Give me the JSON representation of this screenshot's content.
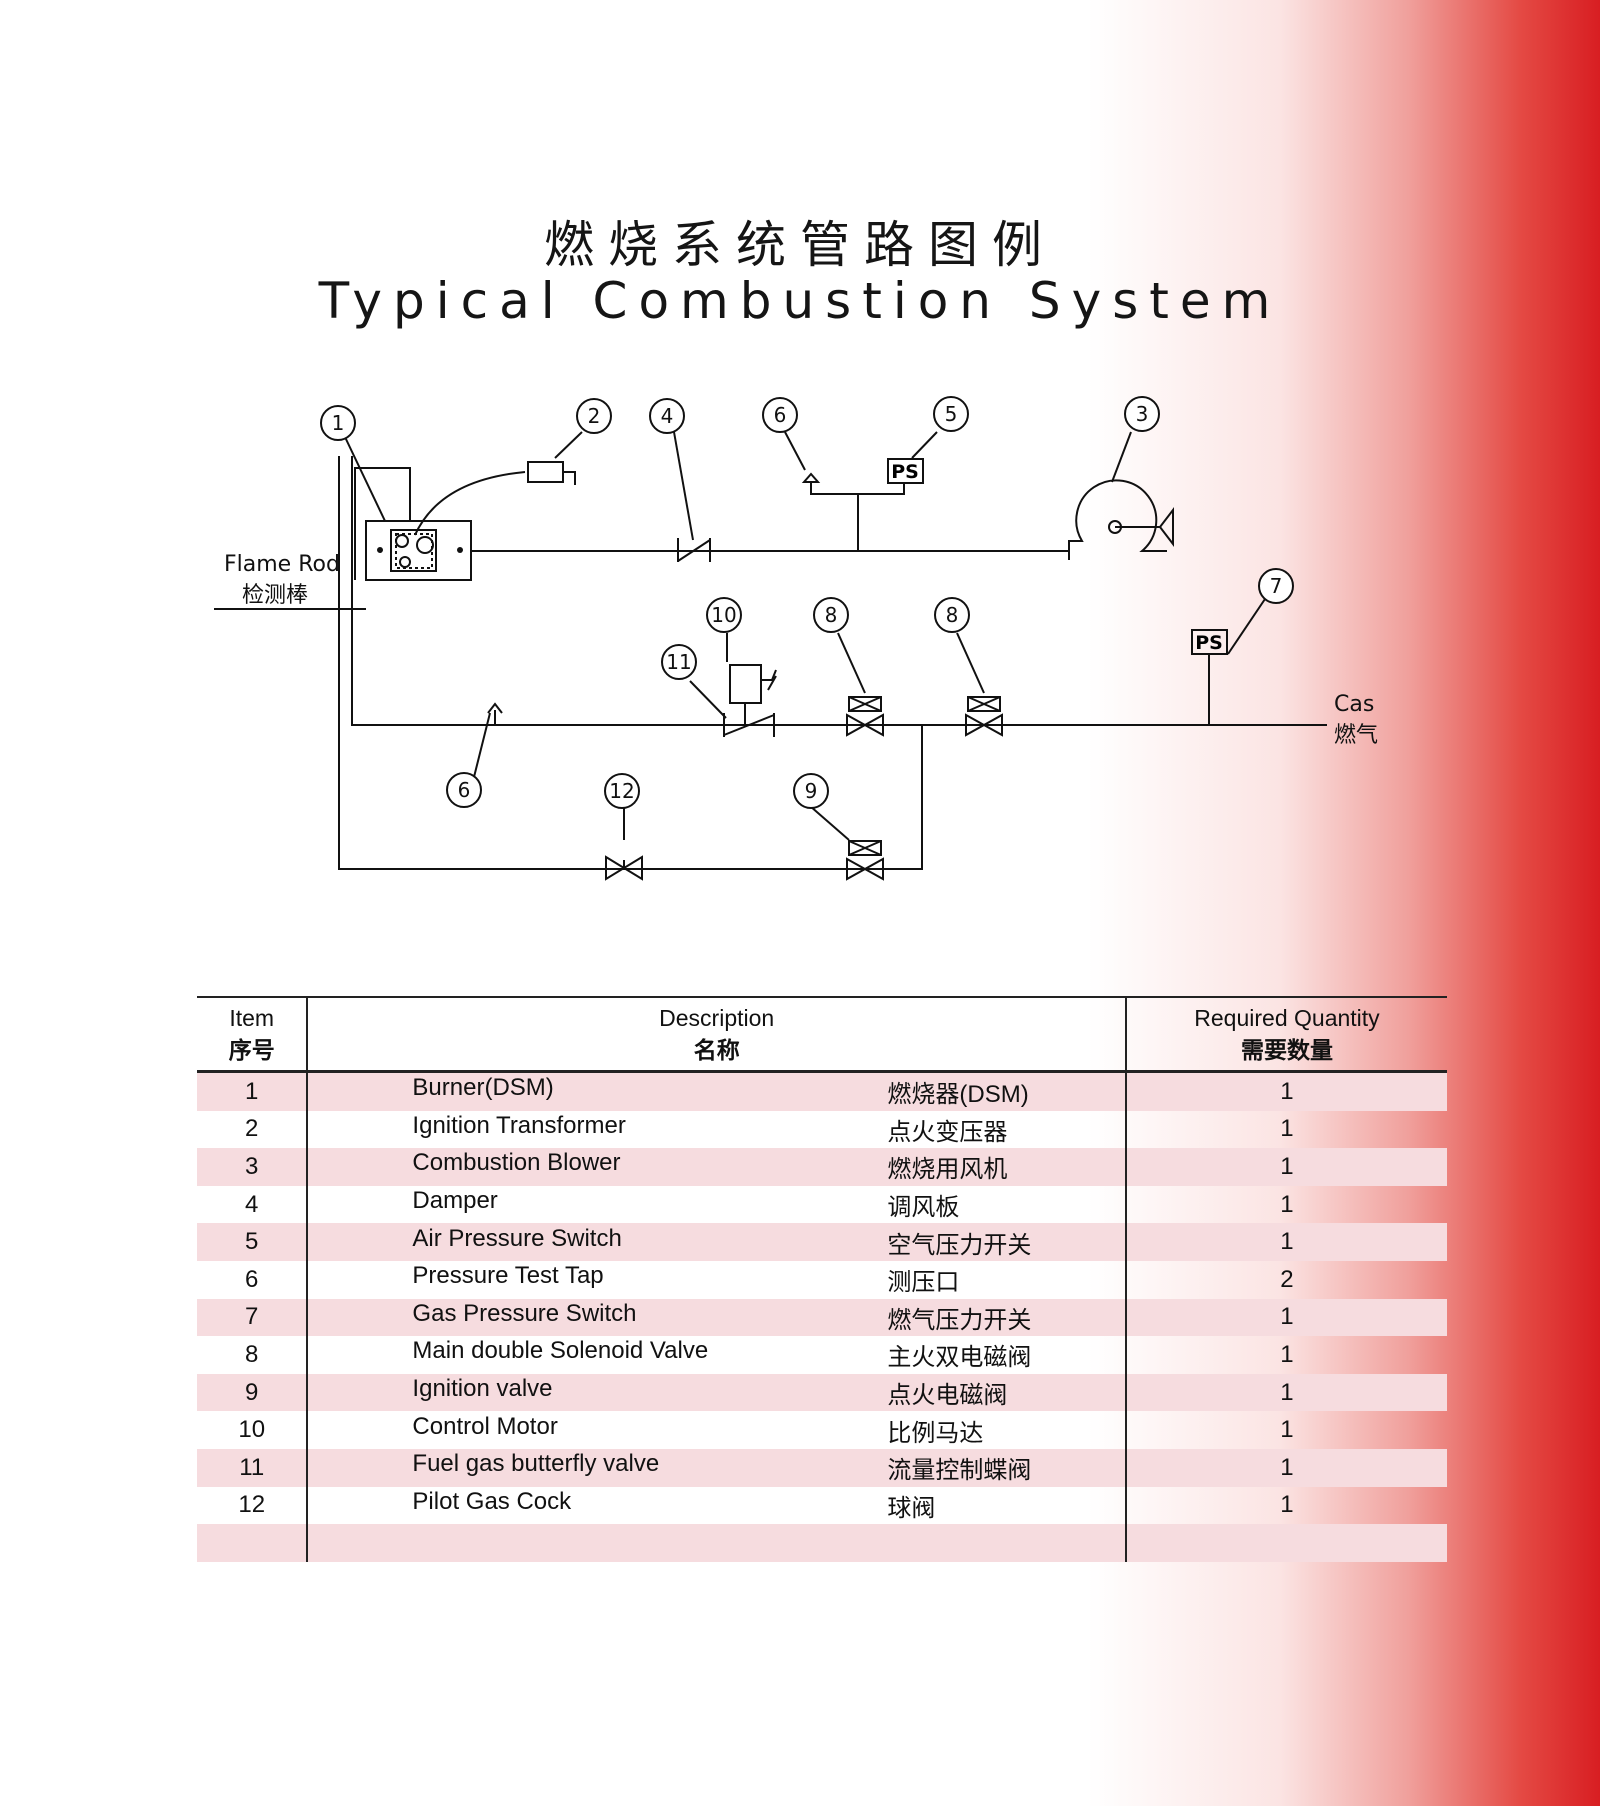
{
  "title": {
    "chinese": "燃烧系统管路图例",
    "english": "Typical Combustion System"
  },
  "diagram": {
    "flame_rod_label_en": "Flame Rod",
    "flame_rod_label_cn": "检测棒",
    "gas_label_en": "Cas",
    "gas_label_cn": "燃气",
    "pressure_switch_symbol": "PS",
    "callouts": [
      "1",
      "2",
      "3",
      "4",
      "5",
      "6",
      "7",
      "8",
      "9",
      "10",
      "11",
      "12"
    ]
  },
  "table": {
    "headers": {
      "item_en": "Item",
      "item_cn": "序号",
      "desc_en": "Description",
      "desc_cn": "名称",
      "qty_en": "Required Quantity",
      "qty_cn": "需要数量"
    },
    "rows": [
      {
        "item": "1",
        "en": "Burner(DSM)",
        "cn": "燃烧器(DSM)",
        "qty": "1"
      },
      {
        "item": "2",
        "en": "Ignition Transformer",
        "cn": "点火变压器",
        "qty": "1"
      },
      {
        "item": "3",
        "en": "Combustion Blower",
        "cn": "燃烧用风机",
        "qty": "1"
      },
      {
        "item": "4",
        "en": "Damper",
        "cn": "调风板",
        "qty": "1"
      },
      {
        "item": "5",
        "en": "Air Pressure Switch",
        "cn": "空气压力开关",
        "qty": "1"
      },
      {
        "item": "6",
        "en": "Pressure Test Tap",
        "cn": "测压口",
        "qty": "2"
      },
      {
        "item": "7",
        "en": "Gas Pressure Switch",
        "cn": "燃气压力开关",
        "qty": "1"
      },
      {
        "item": "8",
        "en": "Main  double Solenoid Valve",
        "cn": "主火双电磁阀",
        "qty": "1"
      },
      {
        "item": "9",
        "en": "Ignition valve",
        "cn": "点火电磁阀",
        "qty": "1"
      },
      {
        "item": "10",
        "en": "Control Motor",
        "cn": "比例马达",
        "qty": "1"
      },
      {
        "item": "11",
        "en": "Fuel gas butterfly valve",
        "cn": "流量控制蝶阀",
        "qty": "1"
      },
      {
        "item": "12",
        "en": "Pilot Gas Cock",
        "cn": "球阀",
        "qty": "1"
      },
      {
        "item": "",
        "en": "",
        "cn": "",
        "qty": ""
      }
    ]
  }
}
